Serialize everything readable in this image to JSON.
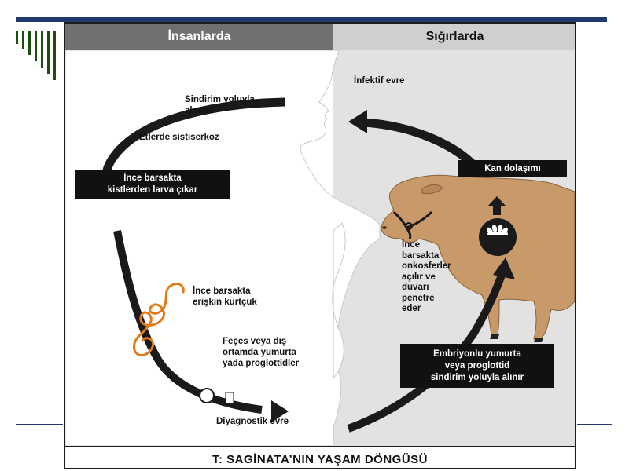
{
  "headers": {
    "left": "İnsanlarda",
    "right": "Sığırlarda"
  },
  "labels": {
    "infective_stage": "İnfektif evre",
    "oral_intake": "Sindirim yoluyla\nalınma",
    "meat_cysticercosis": "Etlerde sistiserkoz",
    "adult_worm": "İnce barsakta\nerişkin kurtçuk",
    "eggs_in_feces": "Feçes veya dış\nortamda yumurta\nyada proglottidler",
    "diagnostic_stage": "Diyagnostik evre",
    "oncosphere_penetration": "İnce\nbarsakta\nonkosferler\naçılır ve\nduvarı\npenetre\neder"
  },
  "boxes": {
    "larva_from_cysts": "İnce barsakta\nkistlerden larva çıkar",
    "blood_circulation": "Kan dolaşımı",
    "embryonated_eggs": "Embriyonlu yumurta\nveya proglottid\nsindirim yoluyla alınır"
  },
  "caption": "T: SAGİNATA’NIN YAŞAM DÖNGÜSÜ",
  "colors": {
    "header_left": "#707070",
    "header_right": "#cfcfcf",
    "silhouette": "#e2e2e2",
    "cow": "#c89a6a",
    "worm": "#e07a1a",
    "slide_blue": "#1f3a6b",
    "slide_green": "#1a4d0f"
  }
}
